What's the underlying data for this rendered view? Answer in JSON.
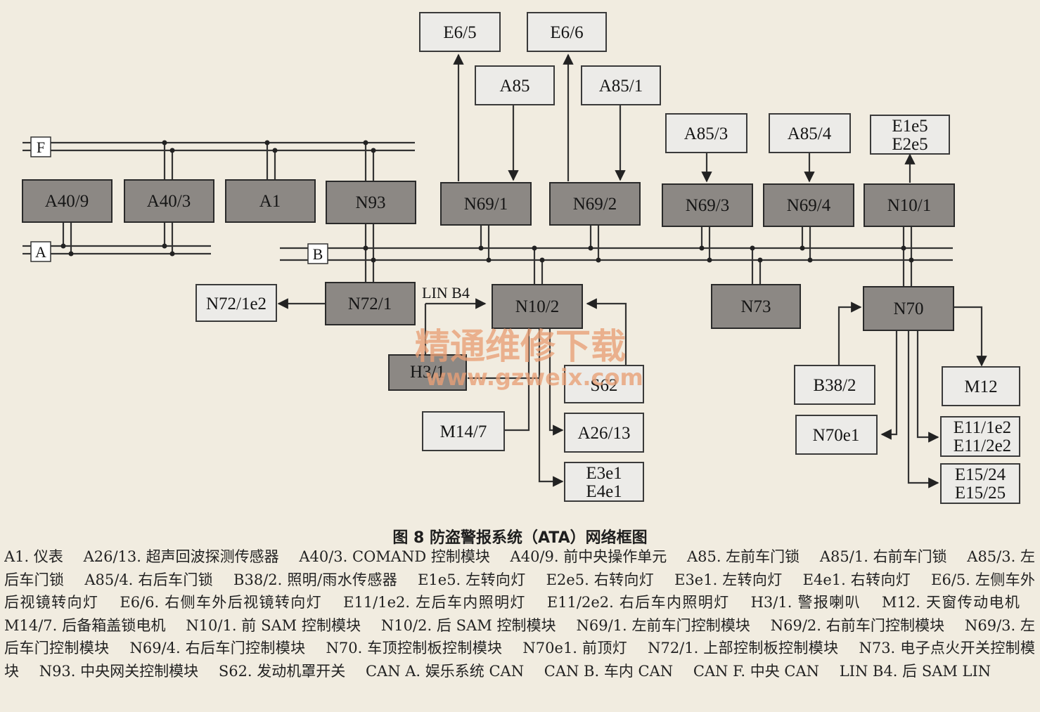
{
  "boxes": {
    "E6_5": "E6/5",
    "E6_6": "E6/6",
    "A85": "A85",
    "A85_1": "A85/1",
    "A85_3": "A85/3",
    "A85_4": "A85/4",
    "E1e5": "E1e5",
    "E2e5": "E2e5",
    "A40_9": "A40/9",
    "A40_3": "A40/3",
    "A1": "A1",
    "N93": "N93",
    "N69_1": "N69/1",
    "N69_2": "N69/2",
    "N69_3": "N69/3",
    "N69_4": "N69/4",
    "N10_1": "N10/1",
    "N72_1e2": "N72/1e2",
    "N72_1": "N72/1",
    "N10_2": "N10/2",
    "N73": "N73",
    "N70": "N70",
    "H3_1": "H3/1",
    "S62": "S62",
    "M14_7": "M14/7",
    "A26_13": "A26/13",
    "E3e1": "E3e1",
    "E4e1": "E4e1",
    "B38_2": "B38/2",
    "M12": "M12",
    "N70e1": "N70e1",
    "E11_1e2": "E11/1e2",
    "E11_2e2": "E11/2e2",
    "E15_24": "E15/24",
    "E15_25": "E15/25"
  },
  "buses": {
    "F": "F",
    "A": "A",
    "B": "B",
    "lin": "LIN B4"
  },
  "watermark": {
    "cn": "精通维修下载",
    "url": "www.gzweix.com"
  },
  "caption": "图 8   防盗警报系统（ATA）网络框图",
  "legend": [
    "A1. 仪表",
    "A26/13. 超声回波探测传感器",
    "A40/3. COMAND 控制模块",
    "A40/9. 前中央操作单元",
    "A85. 左前车门锁",
    "A85/1. 右前车门锁",
    "A85/3. 左后车门锁",
    "A85/4. 右后车门锁",
    "B38/2. 照明/雨水传感器",
    "E1e5. 左转向灯",
    "E2e5. 右转向灯",
    "E3e1. 左转向灯",
    "E4e1. 右转向灯",
    "E6/5. 左侧车外后视镜转向灯",
    "E6/6. 右侧车外后视镜转向灯",
    "E11/1e2. 左后车内照明灯",
    "E11/2e2. 右后车内照明灯",
    "H3/1. 警报喇叭",
    "M12. 天窗传动电机",
    "M14/7. 后备箱盖锁电机",
    "N10/1. 前 SAM 控制模块",
    "N10/2. 后 SAM 控制模块",
    "N69/1. 左前车门控制模块",
    "N69/2. 右前车门控制模块",
    "N69/3. 左后车门控制模块",
    "N69/4. 右后车门控制模块",
    "N70. 车顶控制板控制模块",
    "N70e1. 前顶灯",
    "N72/1. 上部控制板控制模块",
    "N73. 电子点火开关控制模块",
    "N93. 中央网关控制模块",
    "S62. 发动机罩开关",
    "CAN A. 娱乐系统 CAN",
    "CAN B. 车内 CAN",
    "CAN F. 中央 CAN",
    "LIN B4. 后 SAM LIN"
  ]
}
